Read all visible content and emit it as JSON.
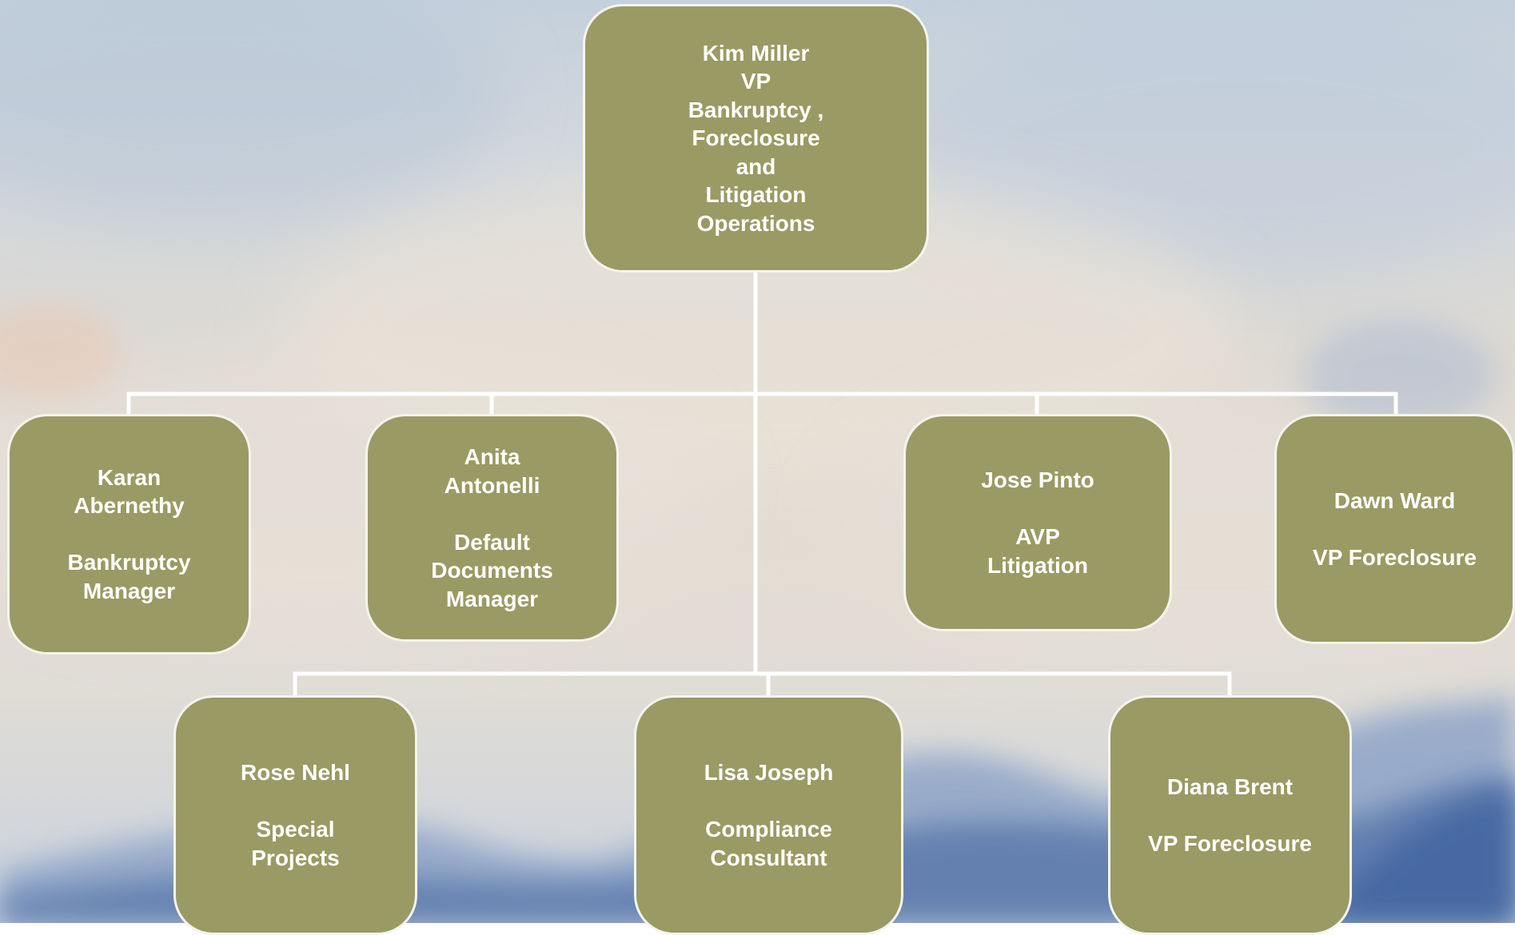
{
  "org_chart": {
    "top": {
      "name": "Kim Miller",
      "title_lines": [
        "VP",
        "Bankruptcy ,",
        "Foreclosure",
        "and",
        "Litigation",
        "Operations"
      ]
    },
    "row1": [
      {
        "name_lines": [
          "Karan",
          "Abernethy"
        ],
        "title_lines": [
          "Bankruptcy",
          "Manager"
        ]
      },
      {
        "name_lines": [
          "Anita",
          "Antonelli"
        ],
        "title_lines": [
          "Default",
          "Documents",
          "Manager"
        ]
      },
      {
        "name_lines": [
          "Jose Pinto"
        ],
        "title_lines": [
          "AVP",
          "Litigation"
        ]
      },
      {
        "name_lines": [
          "Dawn Ward"
        ],
        "title_lines": [
          "VP Foreclosure"
        ]
      }
    ],
    "row2": [
      {
        "name_lines": [
          "Rose Nehl"
        ],
        "title_lines": [
          "Special",
          "Projects"
        ]
      },
      {
        "name_lines": [
          "Lisa Joseph"
        ],
        "title_lines": [
          "Compliance",
          "Consultant"
        ]
      },
      {
        "name_lines": [
          "Diana Brent"
        ],
        "title_lines": [
          "VP Foreclosure"
        ]
      }
    ]
  },
  "colors": {
    "node_fill": "#9a9a64",
    "node_border": "#f4f4ee",
    "connector": "#ffffff",
    "text": "#ffffff"
  }
}
